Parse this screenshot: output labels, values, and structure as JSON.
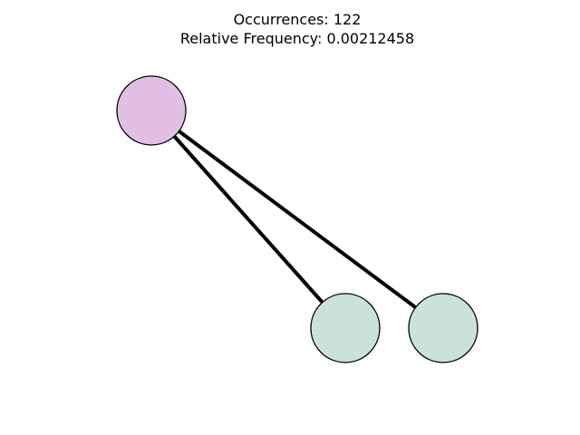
{
  "title": {
    "occurrences": "Occurrences: 122",
    "relative_frequency": "Relative Frequency: 0.00212458"
  },
  "colors": {
    "background": "#ffffff",
    "node_pink": "#e1bee4",
    "node_green": "#cbe2da",
    "outline": "#000000"
  },
  "graph": {
    "nodes": [
      {
        "id": "n0",
        "color": "#e1bee4"
      },
      {
        "id": "n1",
        "color": "#cbe2da"
      },
      {
        "id": "n2",
        "color": "#cbe2da"
      }
    ],
    "edges": [
      {
        "source": "n0",
        "target": "n1"
      },
      {
        "source": "n0",
        "target": "n2"
      }
    ]
  }
}
